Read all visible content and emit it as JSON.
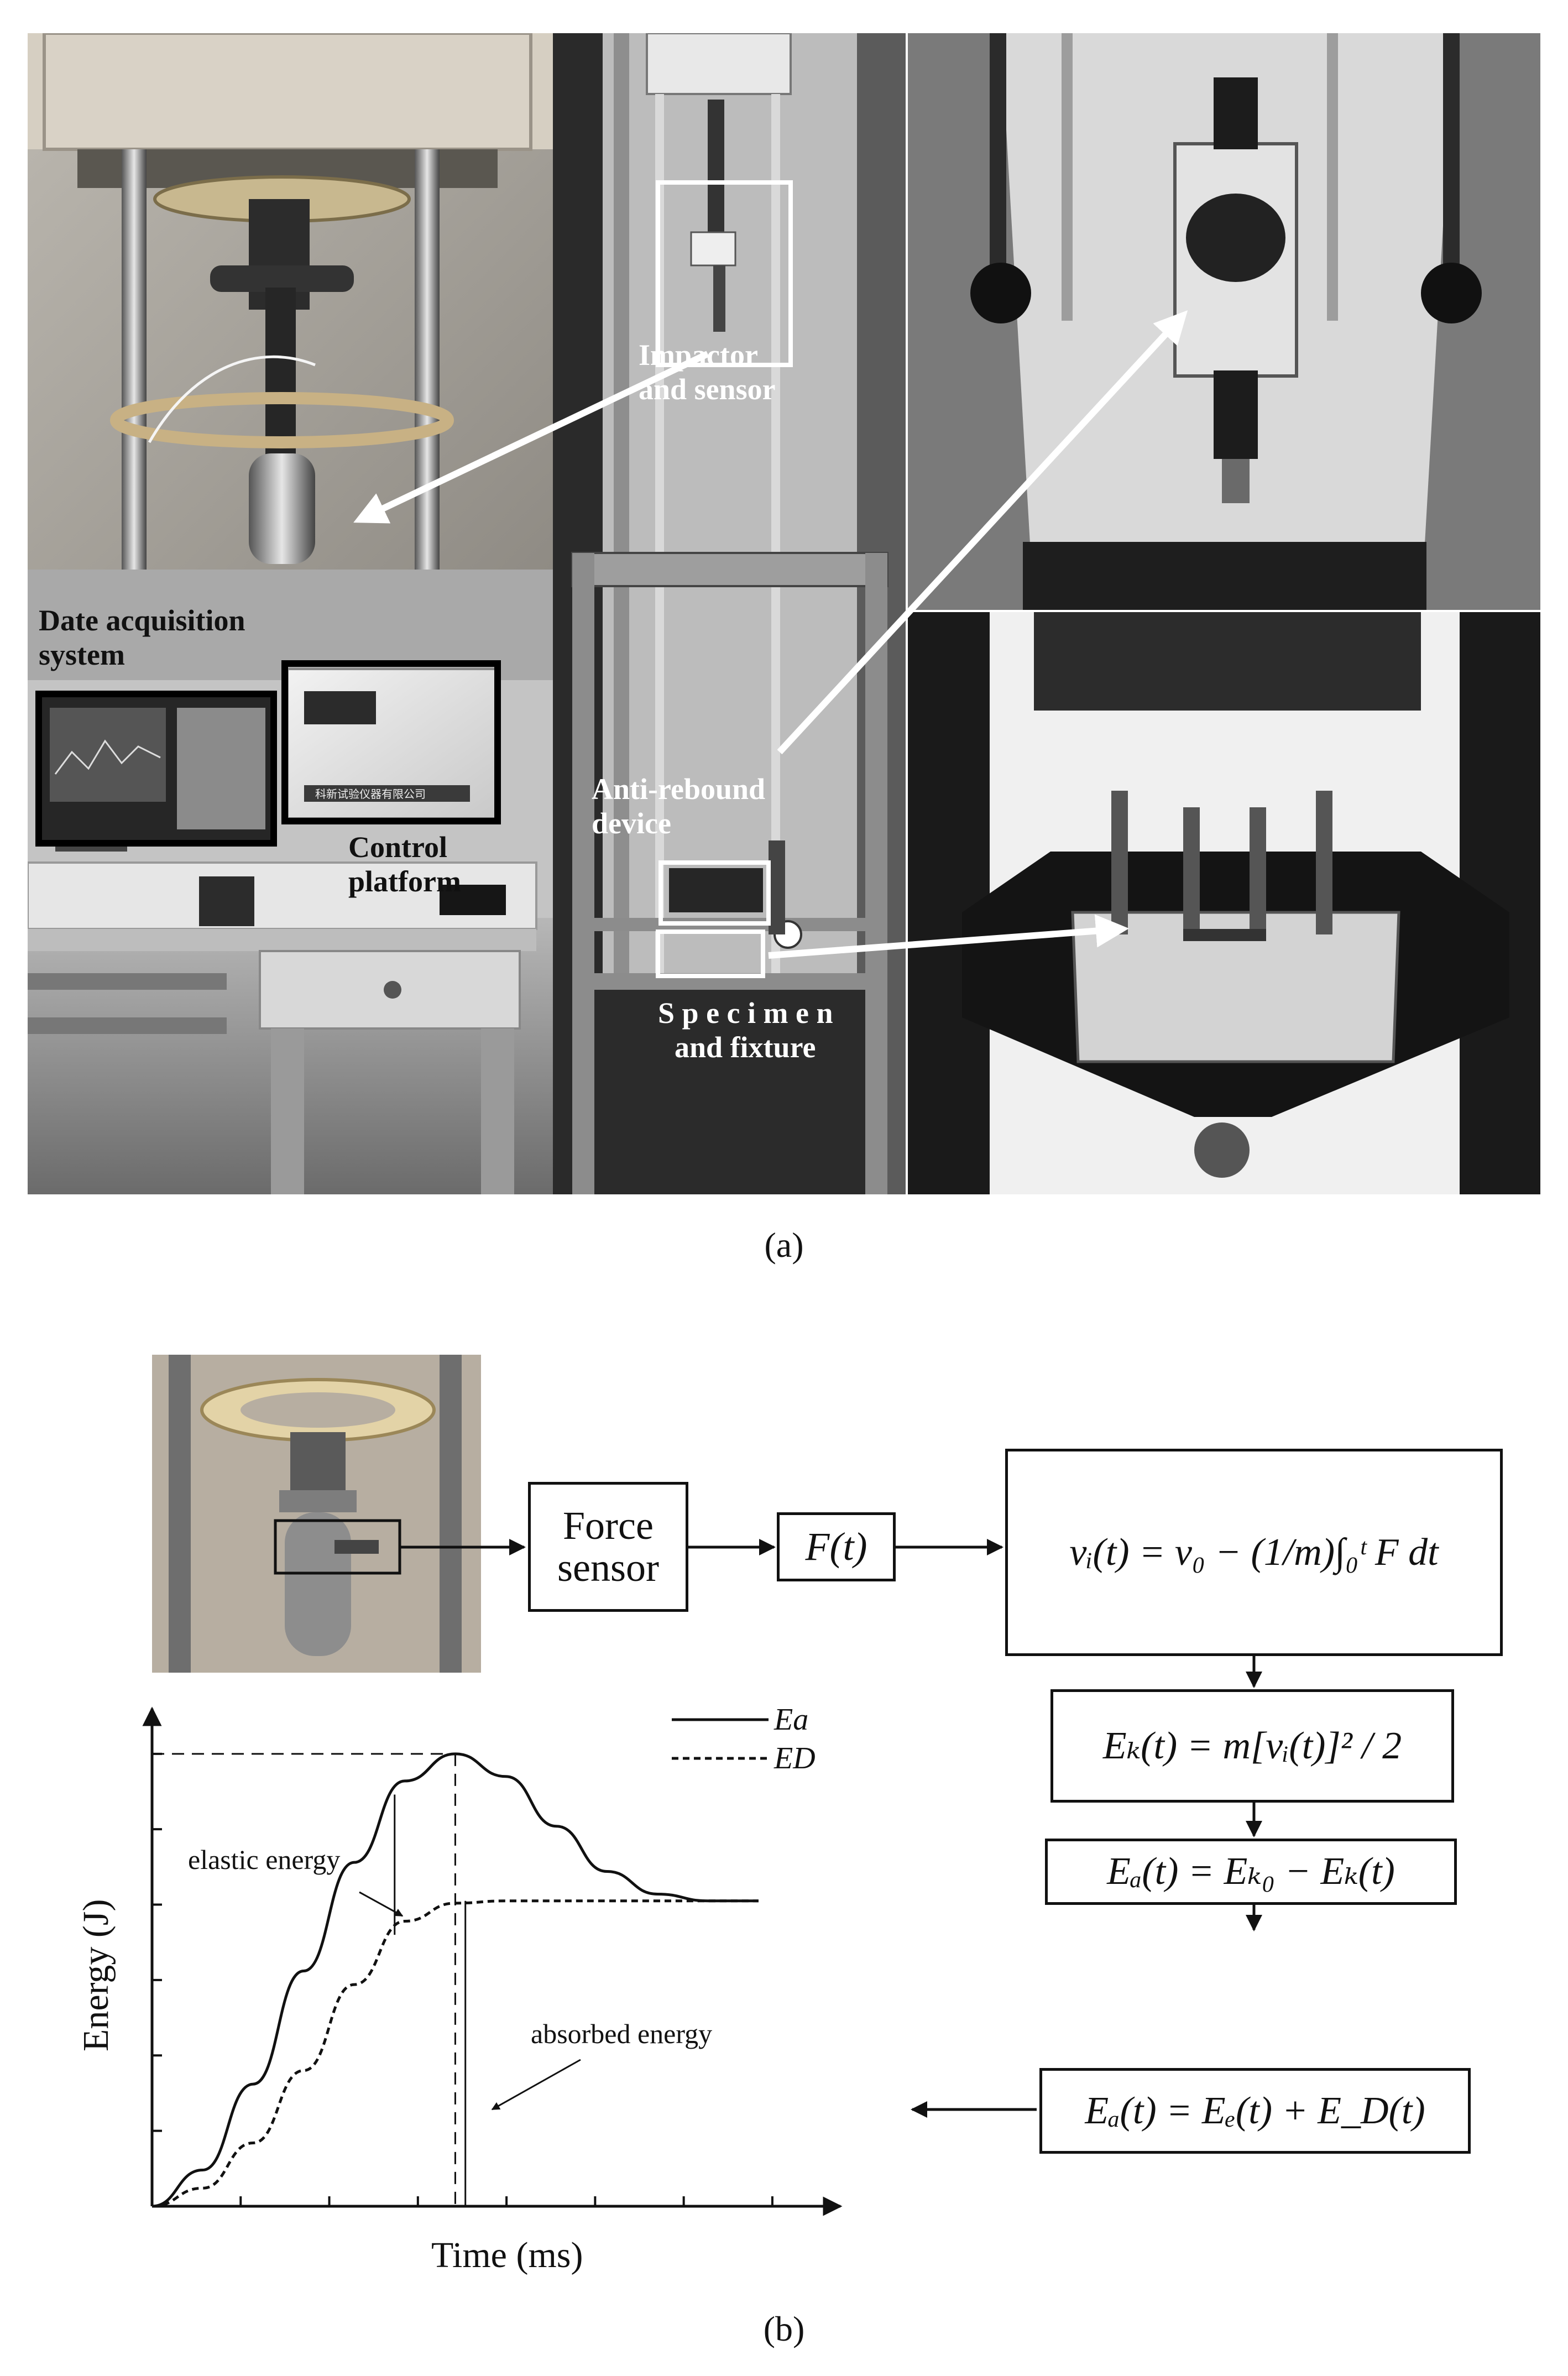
{
  "figure_a": {
    "caption": "(a)",
    "labels": {
      "impactor": [
        "Impactor",
        "and sensor"
      ],
      "daq": [
        "Date acquisition",
        "system"
      ],
      "control": [
        "Control",
        "platform"
      ],
      "anti_rebound": [
        "Anti-rebound",
        "device"
      ],
      "specimen": [
        "S p e c i m e n",
        "and fixture"
      ],
      "machine_text": "科新试验仪器有限公司"
    }
  },
  "figure_b": {
    "caption": "(b)",
    "flow": {
      "force_sensor": [
        "Force",
        "sensor"
      ],
      "force_signal": "F(t)",
      "velocity_eq": "vᵢ(t) = v₀ − (1/m)∫₀ᵗ F dt",
      "kinetic_eq": "Eₖ(t) = m[vᵢ(t)]² / 2",
      "absorbed_eq": "Eₐ(t) = Eₖ₀ − Eₖ(t)",
      "split_eq": "Eₐ(t) = Eₑ(t) + E_D(t)"
    },
    "chart": {
      "xlabel": "Time (ms)",
      "ylabel": "Energy (J)",
      "legend": [
        "Ea",
        "ED"
      ],
      "annotations": [
        "elastic energy",
        "absorbed energy"
      ]
    }
  },
  "chart_data": {
    "type": "line",
    "xlabel": "Time (ms)",
    "ylabel": "Energy (J)",
    "x_ticks": 7,
    "y_ticks": 6,
    "series": [
      {
        "name": "Ea",
        "style": "solid",
        "x": [
          0,
          0.5,
          1.0,
          1.5,
          2.0,
          2.5,
          3.0,
          3.5,
          4.0,
          4.5,
          5.0,
          5.5,
          6.0
        ],
        "y": [
          0,
          0.08,
          0.27,
          0.52,
          0.76,
          0.94,
          1.0,
          0.95,
          0.84,
          0.74,
          0.69,
          0.675,
          0.675
        ]
      },
      {
        "name": "ED",
        "style": "dashed",
        "x": [
          0,
          0.5,
          1.0,
          1.5,
          2.0,
          2.5,
          3.0,
          3.5,
          4.0,
          4.5,
          5.0,
          5.5,
          6.0
        ],
        "y": [
          0,
          0.04,
          0.14,
          0.3,
          0.49,
          0.63,
          0.67,
          0.675,
          0.675,
          0.675,
          0.675,
          0.675,
          0.675
        ]
      }
    ],
    "ylim": [
      0,
      1.1
    ],
    "xlim": [
      0,
      6.4
    ]
  }
}
